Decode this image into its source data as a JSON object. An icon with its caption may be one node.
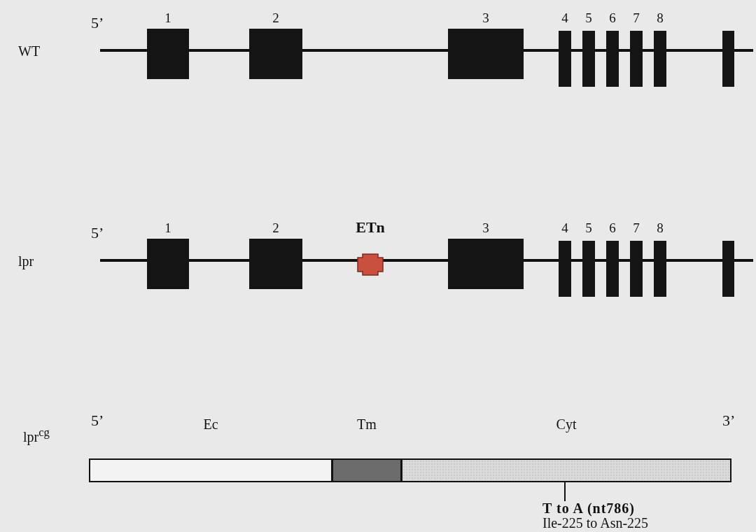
{
  "diagram": {
    "nodes": [
      {
        "text": [
          "1"
        ]
      },
      {
        "text": [
          "2"
        ]
      },
      {
        "text": [
          "3"
        ]
      },
      {
        "text": [
          "4"
        ]
      },
      {
        "text": [
          "5"
        ]
      },
      {
        "text": [
          "6"
        ]
      },
      {
        "text": [
          "7"
        ]
      },
      {
        "text": [
          "8"
        ]
      },
      {
        "text": [],
        "shape": "bar"
      },
      {
        "text": [
          "1"
        ]
      },
      {
        "text": [
          "2"
        ]
      },
      {
        "text": [
          "ETn"
        ]
      },
      {
        "text": [
          "3"
        ]
      },
      {
        "text": [
          "4"
        ]
      },
      {
        "text": [
          "5"
        ]
      },
      {
        "text": [
          "6"
        ]
      },
      {
        "text": [
          "7"
        ]
      },
      {
        "text": [
          "8"
        ]
      },
      {
        "text": [],
        "shape": "bar"
      },
      {
        "text": [
          "Ec"
        ]
      },
      {
        "text": [
          "Tm"
        ]
      },
      {
        "text": [
          "Cyt"
        ]
      },
      {
        "text": [
          "T to A (nt786)",
          "Ile-225 to Asn-225"
        ]
      }
    ],
    "edges": [
      {
        "from": 22,
        "to": 21,
        "arrow": "none"
      }
    ],
    "labels": [
      "WT",
      "5’",
      "lpr",
      "5’",
      "lpr$^{cg}$",
      "5’",
      "3’"
    ]
  }
}
